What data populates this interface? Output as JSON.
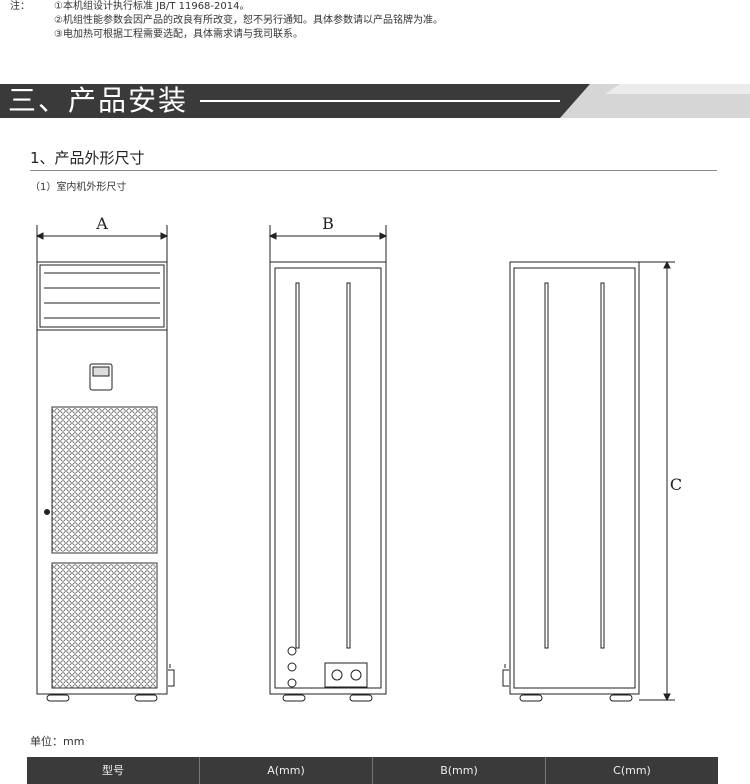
{
  "notes": {
    "label": "注：",
    "lines": [
      "①本机组设计执行标准 JB/T 11968-2014。",
      "②机组性能参数会因产品的改良有所改变，恕不另行通知。具体参数请以产品铭牌为准。",
      "③电加热可根据工程需要选配，具体需求请与我司联系。"
    ]
  },
  "section": {
    "title": "三、产品安装"
  },
  "heading": {
    "title": "1、产品外形尺寸",
    "subtitle": "（1）室内机外形尺寸"
  },
  "drawing": {
    "labels": {
      "a": "A",
      "b": "B",
      "c": "C"
    }
  },
  "unit": "单位：mm",
  "table": {
    "headers": [
      "型号",
      "A(mm)",
      "B(mm)",
      "C(mm)"
    ]
  },
  "colors": {
    "banner_dark": "#2f2f2f",
    "banner_light": "#cfcfcf",
    "table_header": "#3a3a3a"
  }
}
